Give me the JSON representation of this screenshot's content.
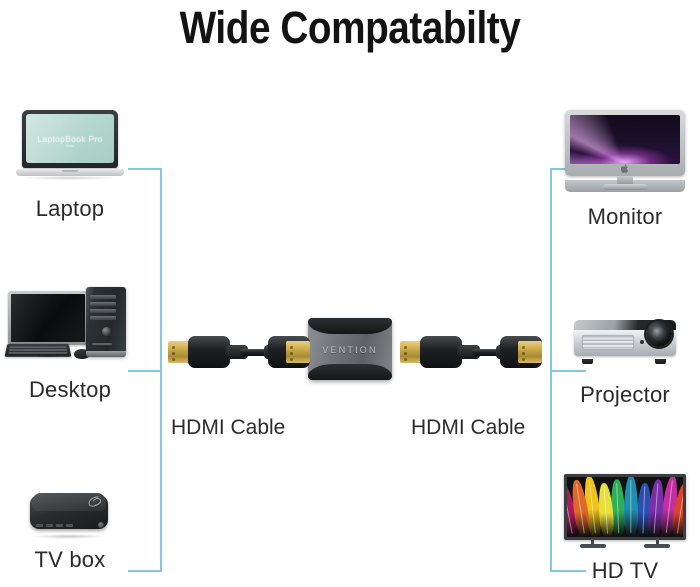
{
  "title": "Wide Compatabilty",
  "theme": {
    "connector_line": "#85c6e2",
    "label_text": "#2b2b2b",
    "title_text": "#131313",
    "background": "#ffffff"
  },
  "left_devices": [
    {
      "id": "laptop",
      "label": "Laptop",
      "icon": "laptop-icon",
      "screen_text": "LaptopBook Pro",
      "screen_subtext": "Intel"
    },
    {
      "id": "desktop",
      "label": "Desktop",
      "icon": "desktop-computer-icon"
    },
    {
      "id": "tvbox",
      "label": "TV box",
      "icon": "tv-box-icon"
    }
  ],
  "right_devices": [
    {
      "id": "monitor",
      "label": "Monitor",
      "icon": "monitor-icon"
    },
    {
      "id": "projector",
      "label": "Projector",
      "icon": "projector-icon"
    },
    {
      "id": "hdtv",
      "label": "HD TV",
      "icon": "hd-tv-icon"
    }
  ],
  "center": {
    "adapter": {
      "brand": "VENTION",
      "icon": "hdmi-extender-adapter-icon"
    },
    "cables": [
      {
        "id": "cable-left",
        "label": "HDMI Cable",
        "icon": "hdmi-cable-icon"
      },
      {
        "id": "cable-right",
        "label": "HDMI Cable",
        "icon": "hdmi-cable-icon"
      }
    ]
  },
  "hdtv_palette": [
    "#b0185a",
    "#e0672a",
    "#f0c21a",
    "#e8e03a",
    "#2fae5a",
    "#1f8fae",
    "#2b4fb0",
    "#7a2fa8",
    "#c32fa0",
    "#d9452a"
  ]
}
